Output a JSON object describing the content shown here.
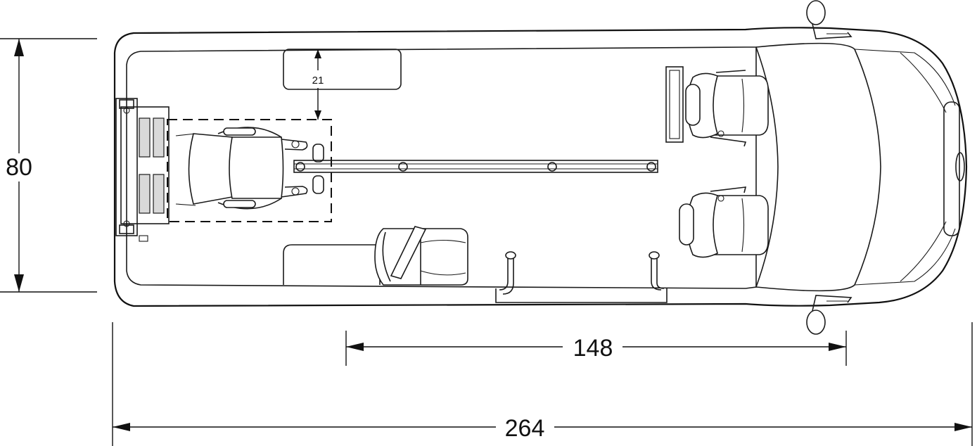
{
  "dimensions": {
    "width_label": "80",
    "total_length_label": "264",
    "wheelbase_label": "148",
    "aisle_gap_label": "21"
  }
}
